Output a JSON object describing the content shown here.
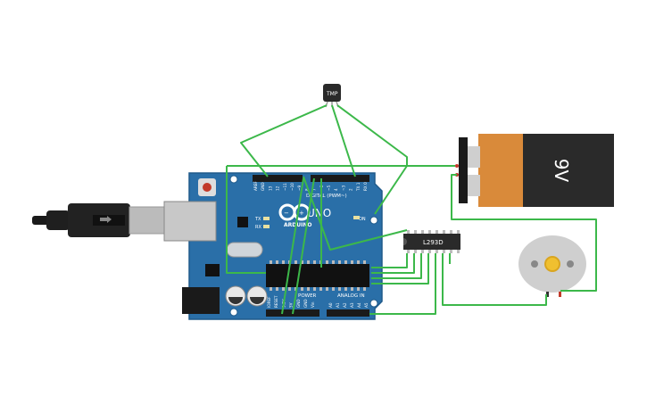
{
  "sensor": {
    "label": "TMP"
  },
  "arduino": {
    "digital_label": "DIGITAL (PWM~)",
    "uno_label": "UNO",
    "brand_label": "ARDUINO",
    "tx_label": "TX",
    "rx_label": "RX",
    "on_label": "ON",
    "power_label": "POWER",
    "analog_label": "ANALOG IN",
    "digital_pins": [
      "AREF",
      "GND",
      "13",
      "12",
      "~11",
      "~10",
      "~9",
      "8",
      "7",
      "~6",
      "~5",
      "4",
      "~3",
      "2",
      "TX 1",
      "RX 0"
    ],
    "power_pins": [
      "IOREF",
      "RESET",
      "3.3V",
      "5V",
      "GND",
      "GND",
      "Vin"
    ],
    "analog_pins": [
      "A0",
      "A1",
      "A2",
      "A3",
      "A4",
      "A5"
    ]
  },
  "driver": {
    "label": "L293D"
  },
  "battery": {
    "label": "9V"
  },
  "colors": {
    "wire": "#3cb84a",
    "board": "#2a6fa8",
    "board_dark": "#1f5a8a",
    "battery_orange": "#d98a3a",
    "battery_black": "#2a2a2a"
  }
}
